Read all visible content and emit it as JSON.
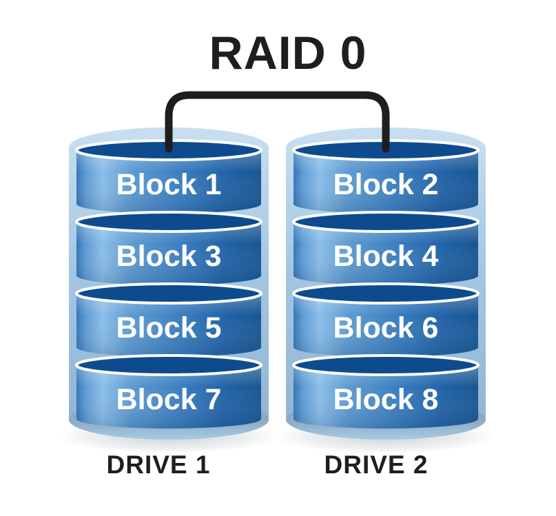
{
  "title": "RAID 0",
  "drives": [
    {
      "label": "DRIVE 1",
      "blocks": [
        "Block 1",
        "Block 3",
        "Block 5",
        "Block 7"
      ]
    },
    {
      "label": "DRIVE 2",
      "blocks": [
        "Block 2",
        "Block 4",
        "Block 6",
        "Block 8"
      ]
    }
  ],
  "colors": {
    "background": "#ffffff",
    "text_dark": "#1e1e1e",
    "block_text": "#ffffff",
    "connector": "#1e1e1e",
    "disk_top_fill": "#0d4b8e",
    "disk_body_highlight": "#8abee9",
    "disk_body_mid": "#3c7fc0",
    "disk_body_dark": "#185691",
    "shell_light": "#c8dff0",
    "shell_dark": "#8fb3d2",
    "base_gray_blue": "#7e9db6",
    "rim": "#ffffff"
  }
}
